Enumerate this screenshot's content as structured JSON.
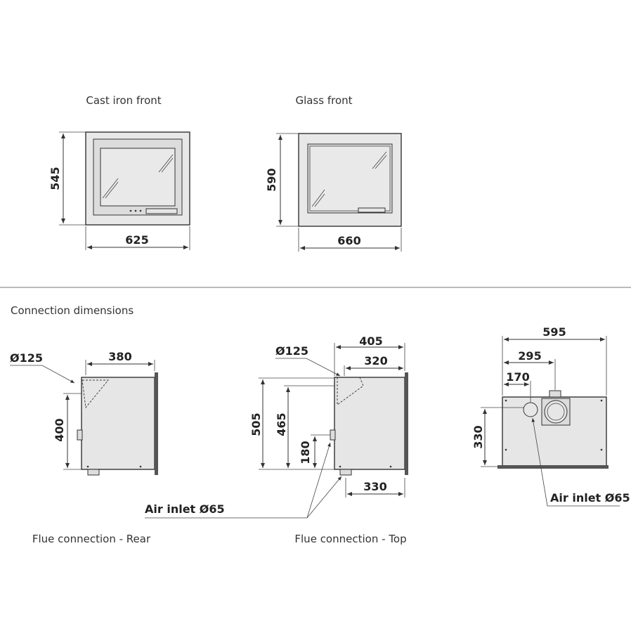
{
  "captions": {
    "cast_iron_front": "Cast iron front",
    "glass_front": "Glass front",
    "connection_dimensions": "Connection dimensions",
    "flue_rear": "Flue connection - Rear",
    "flue_top": "Flue connection - Top"
  },
  "cast_iron": {
    "height": "545",
    "width": "625"
  },
  "glass": {
    "height": "590",
    "width": "660"
  },
  "rear": {
    "diameter": "Ø125",
    "width": "380",
    "height": "400"
  },
  "top": {
    "diameter": "Ø125",
    "w1": "405",
    "w2": "320",
    "h1": "505",
    "h2": "465",
    "h3": "180",
    "w3": "330"
  },
  "side": {
    "w1": "595",
    "w2": "295",
    "w3": "170",
    "h1": "330"
  },
  "air_inlet_left": "Air inlet Ø65",
  "air_inlet_right": "Air inlet Ø65"
}
